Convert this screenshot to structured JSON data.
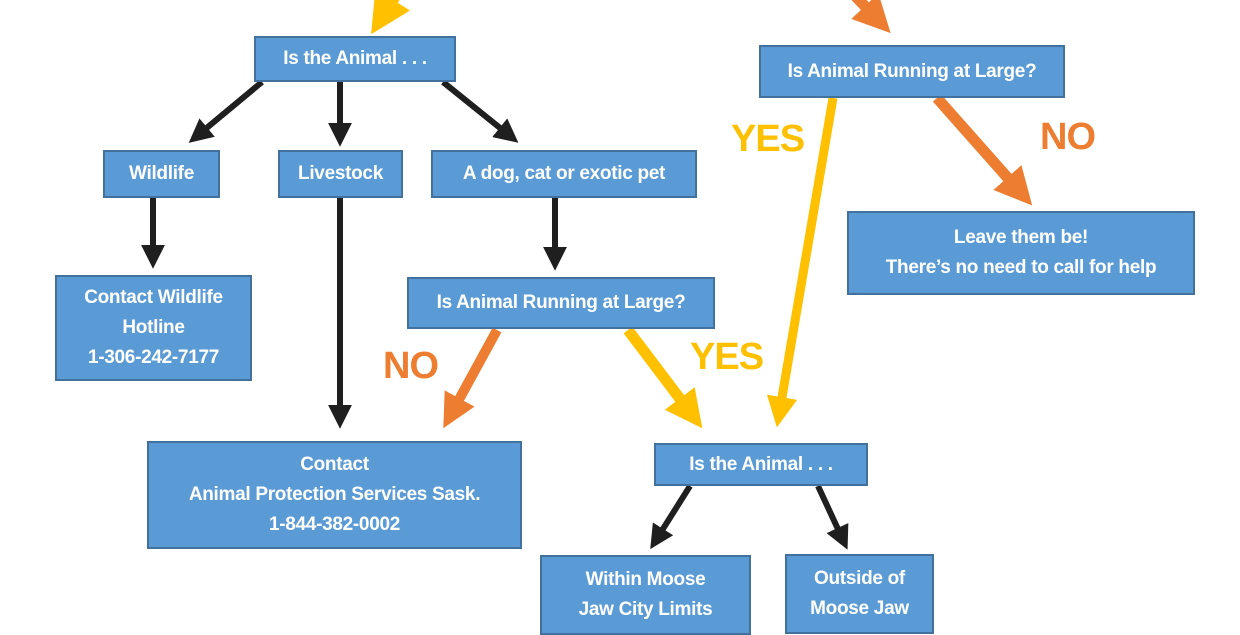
{
  "colors": {
    "node_fill": "#5b9bd5",
    "node_border": "#41719c",
    "node_text": "#ffffff",
    "arrow_black": "#1f1f1f",
    "arrow_yes": "#ffc000",
    "arrow_no": "#ed7d31"
  },
  "nodes": {
    "is_animal_top": "Is the Animal . . .",
    "running_right": "Is Animal Running at Large?",
    "wildlife": "Wildlife",
    "livestock": "Livestock",
    "pet": "A dog, cat or exotic pet",
    "wildlife_hotline": [
      "Contact Wildlife",
      "Hotline",
      "1-306-242-7177"
    ],
    "leave_be": [
      "Leave them be!",
      "There’s no need to call for help"
    ],
    "running_middle": "Is Animal Running at Large?",
    "aps": [
      "Contact",
      "Animal  Protection Services Sask.",
      "1-844-382-0002"
    ],
    "is_animal_bottom": "Is the Animal . . .",
    "within": [
      "Within Moose",
      "Jaw City Limits"
    ],
    "outside": [
      "Outside of",
      "Moose Jaw"
    ]
  },
  "labels": {
    "yes_right": "YES",
    "no_right": "NO",
    "no_middle": "NO",
    "yes_middle": "YES"
  }
}
